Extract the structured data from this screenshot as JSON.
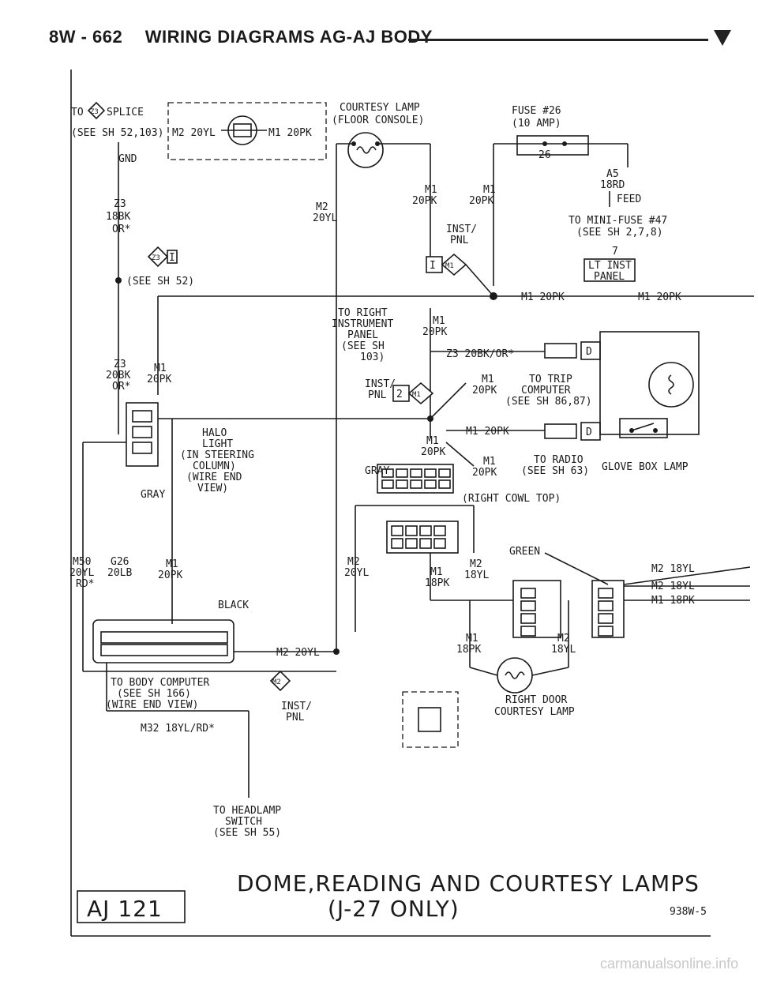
{
  "header": {
    "page_ref": "8W - 662",
    "title": "WIRING DIAGRAMS AG-AJ BODY"
  },
  "footer": {
    "page_box": "AJ 121",
    "title_line1": "DOME,READING AND COURTESY LAMPS",
    "title_line2": "(J-27 ONLY)",
    "code": "938W-5"
  },
  "labels": {
    "to": "TO",
    "splice_num": "Z3",
    "splice": "SPLICE",
    "see_sh_52_103": "(SEE SH 52,103)",
    "gnd": "GND",
    "z3_left_1": "Z3",
    "z3_left_2": "18BK",
    "z3_left_3": "OR*",
    "z3i_marker": "Z3",
    "z3i_pin": "I",
    "see_sh_52": "(SEE SH 52)",
    "m2_20yl_top": "M2 20YL",
    "m1_20pk_top": "M1 20PK",
    "courtesy_1": "COURTESY LAMP",
    "courtesy_2": "(FLOOR CONSOLE)",
    "fuse_1": "FUSE #26",
    "fuse_2": "(10 AMP)",
    "fuse_num": "26",
    "a5_1": "A5",
    "a5_2": "18RD",
    "feed": "FEED",
    "mini_1": "TO MINI-FUSE #47",
    "mini_2": "(SEE SH 2,7,8)",
    "lt_num": "7",
    "lt_1": "LT INST",
    "lt_2": "PANEL",
    "m2_mid_1": "M2",
    "m2_mid_2": "20YL",
    "m1a_1": "M1",
    "m1a_2": "20PK",
    "m1b_1": "M1",
    "m1b_2": "20PK",
    "inst_pnl_1": "INST/",
    "inst_pnl_2": "PNL",
    "conn_i_1": "I",
    "conn_i_2": "M1",
    "m1_bus": "M1 20PK",
    "m1_bus2": "M1 20PK",
    "right_ip_1": "TO RIGHT",
    "right_ip_2": "INSTRUMENT",
    "right_ip_3": "PANEL",
    "right_ip_4": "(SEE SH",
    "right_ip_5": "103)",
    "m1c_1": "M1",
    "m1c_2": "20PK",
    "z3_20bk": "Z3 20BK/OR*",
    "z3_mid_1": "Z3",
    "z3_mid_2": "20BK",
    "z3_mid_3": "OR*",
    "m1d_1": "M1",
    "m1d_2": "20PK",
    "trip_m1": "M1",
    "trip_20pk": "20PK",
    "trip_1": "TO TRIP",
    "trip_2": "COMPUTER",
    "trip_3": "(SEE SH 86,87)",
    "inst2_1": "INST/",
    "inst2_2": "PNL",
    "conn2_1": "2",
    "conn2_2": "M1",
    "halo_1": "HALO",
    "halo_2": "LIGHT",
    "halo_3": "(IN STEERING",
    "halo_4": "COLUMN)",
    "halo_5": "(WIRE END",
    "halo_6": "VIEW)",
    "gray_left": "GRAY",
    "m1_glove": "M1 20PK",
    "m1e_1": "M1",
    "m1e_2": "20PK",
    "radio_m1": "M1",
    "radio_20pk": "20PK",
    "radio_1": "TO RADIO",
    "radio_2": "(SEE SH 63)",
    "glove": "GLOVE BOX LAMP",
    "gray_mid": "GRAY",
    "right_cowl": "(RIGHT COWL TOP)",
    "m50_1": "M50",
    "m50_2": "20YL",
    "m50_3": "RD*",
    "g26_1": "G26",
    "g26_2": "20LB",
    "m1f_1": "M1",
    "m1f_2": "20PK",
    "black": "BLACK",
    "m2c_1": "M2",
    "m2c_2": "20YL",
    "m1g_1": "M1",
    "m1g_2": "18PK",
    "m2d_1": "M2",
    "m2d_2": "18YL",
    "green": "GREEN",
    "out_1": "M2 18YL",
    "out_2": "M2 18YL",
    "out_3": "M1 18PK",
    "m2_20yl_bot": "M2 20YL",
    "m1h_1": "M1",
    "m1h_2": "18PK",
    "m2e_1": "M2",
    "m2e_2": "18YL",
    "m2_marker": "M2",
    "inst3_1": "INST/",
    "inst3_2": "PNL",
    "body_1": "TO BODY COMPUTER",
    "body_2": "(SEE SH 166)",
    "body_3": "(WIRE END VIEW)",
    "m32": "M32 18YL/RD*",
    "rdoor_1": "RIGHT DOOR",
    "rdoor_2": "COURTESY LAMP",
    "headlamp_1": "TO HEADLAMP",
    "headlamp_2": "SWITCH",
    "headlamp_3": "(SEE SH 55)",
    "d_1": "D",
    "d_2": "D"
  },
  "watermark": "carmanualsonline.info"
}
